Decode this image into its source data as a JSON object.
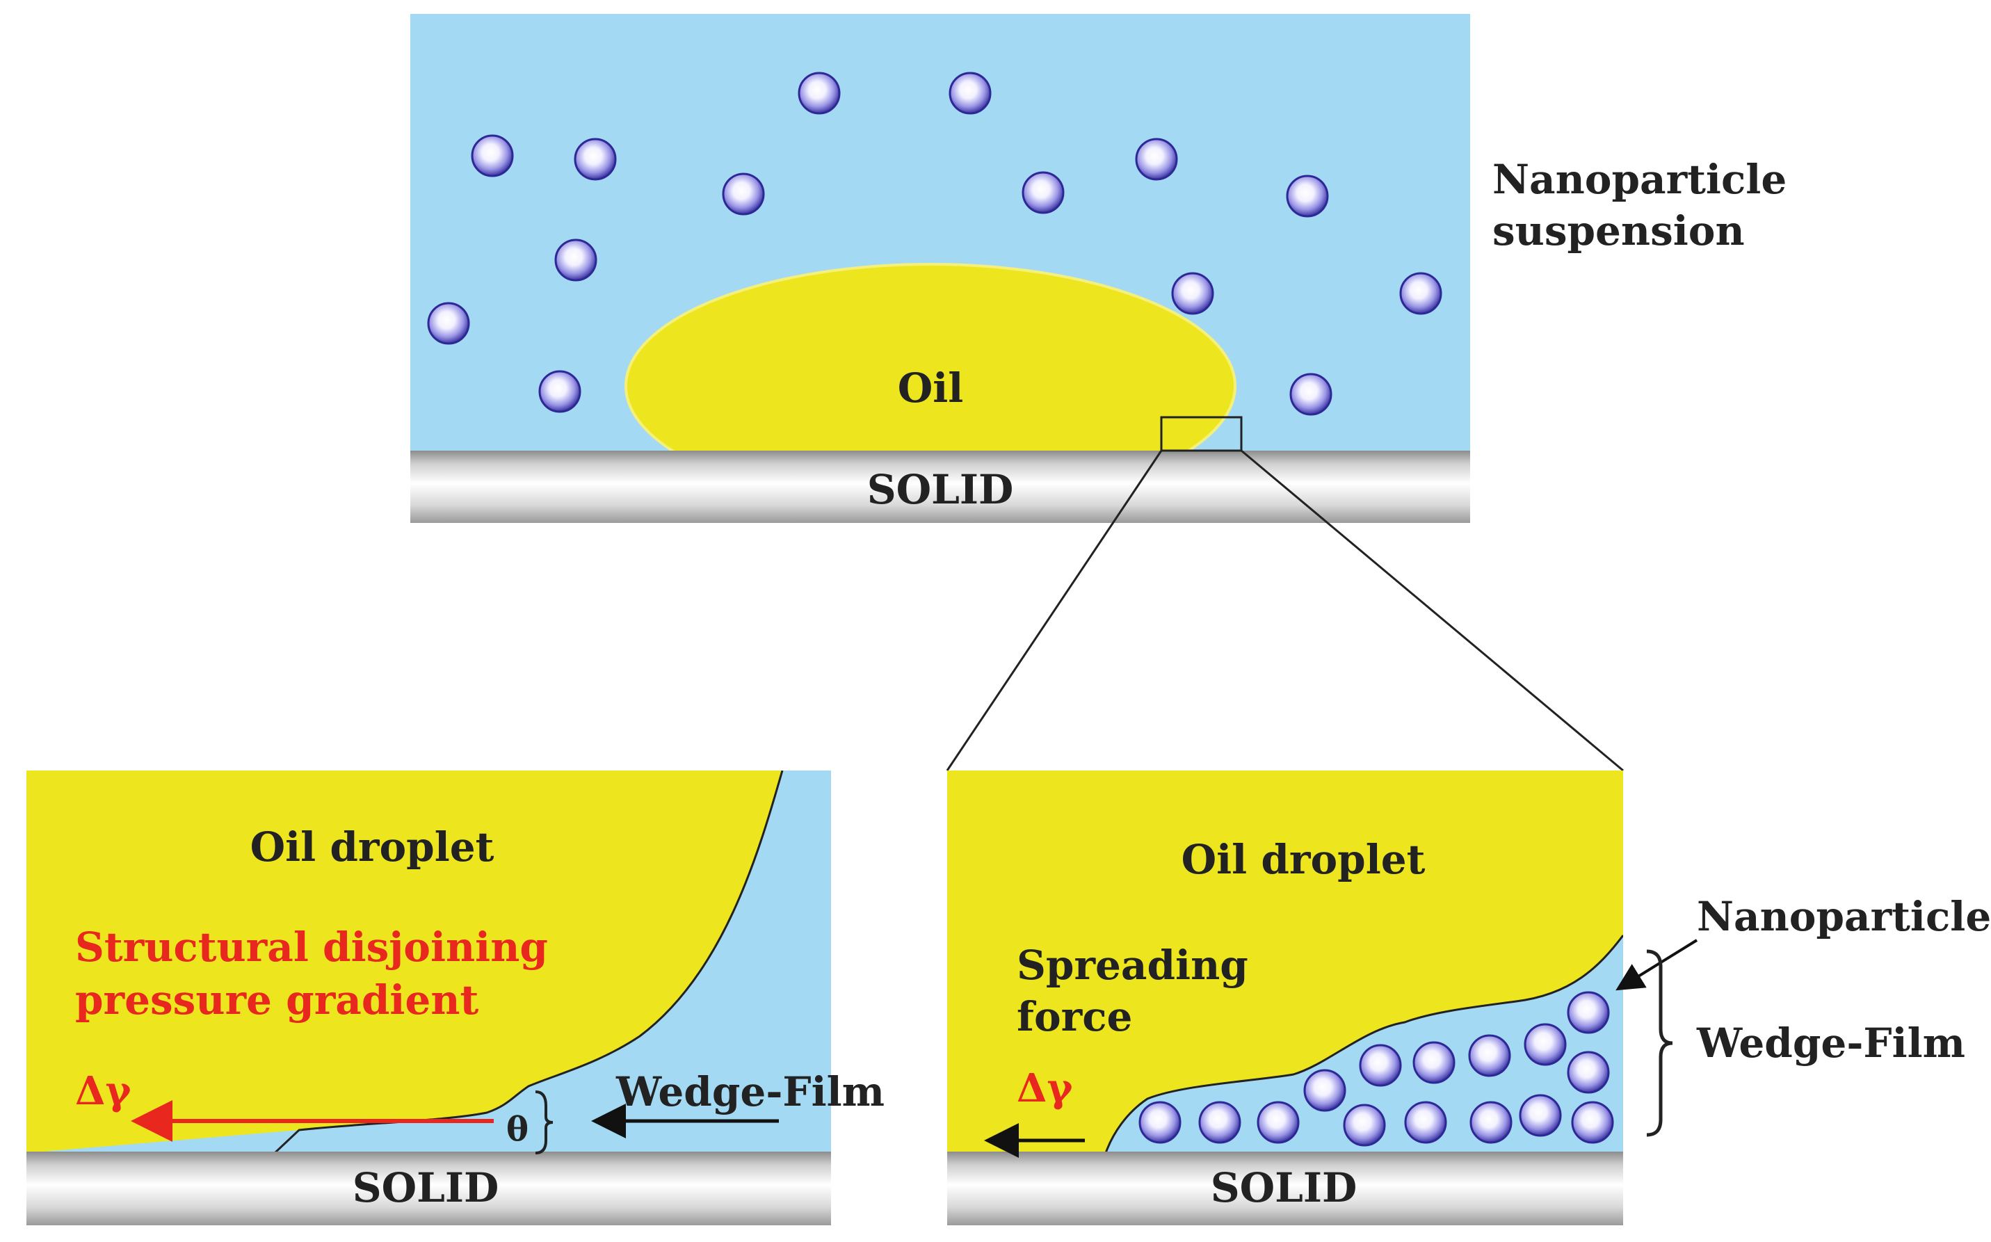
{
  "colors": {
    "water": "#a4d9f4",
    "oil": "#ede61f",
    "oil_edge": "#f4f07a",
    "text_dark": "#222222",
    "text_red": "#e8281f",
    "arrow_red": "#e8281f",
    "particle": "#3f3ab8"
  },
  "top_panel": {
    "oil_label": "Oil",
    "solid_label": "SOLID",
    "suspension_label_line1": "Nanoparticle",
    "suspension_label_line2": "suspension"
  },
  "left_panel": {
    "droplet_label": "Oil droplet",
    "disjoining_line1": "Structural disjoining",
    "disjoining_line2": "pressure gradient",
    "delta_gamma": "Δγ",
    "theta": "θ",
    "wedge_label": "Wedge-Film",
    "solid_label": "SOLID"
  },
  "right_panel": {
    "droplet_label": "Oil droplet",
    "spreading_line1": "Spreading",
    "spreading_line2": "force",
    "delta_gamma": "Δγ",
    "nanoparticle_label": "Nanoparticle",
    "wedge_label": "Wedge-Film",
    "solid_label": "SOLID"
  },
  "icons": {
    "particle": "nanoparticle-sphere-icon"
  }
}
